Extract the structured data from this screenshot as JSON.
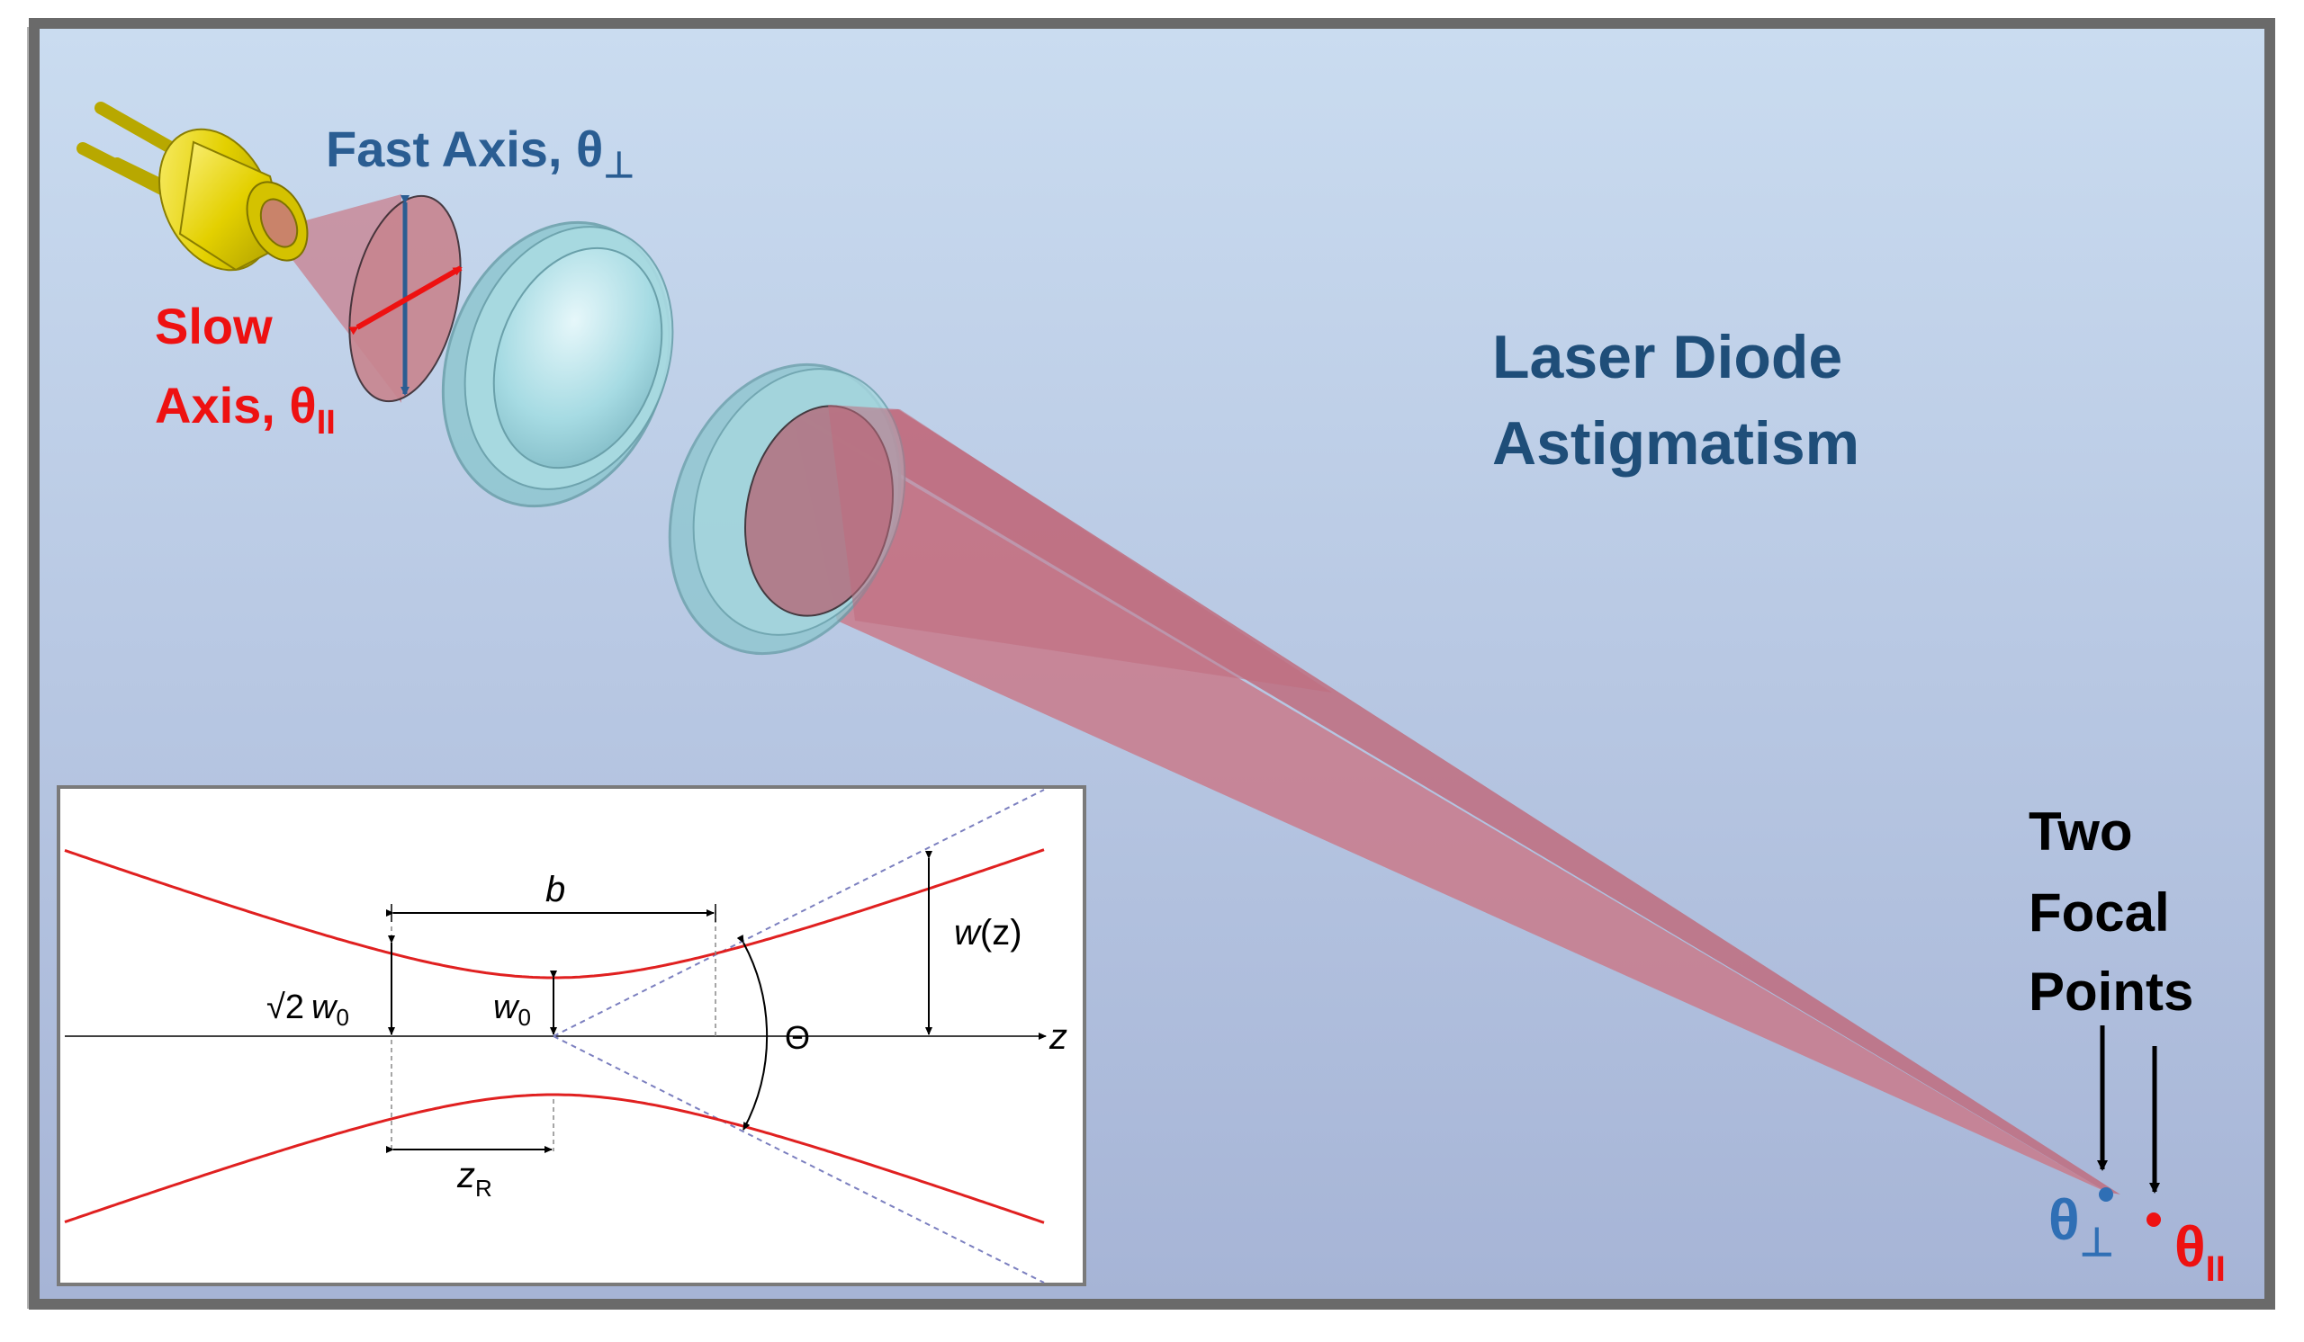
{
  "title_line1": "Laser Diode",
  "title_line2": "Astigmatism",
  "fast_axis_label": "Fast Axis, θ",
  "fast_axis_sub": "⊥",
  "slow_axis_line1": "Slow",
  "slow_axis_line2": "Axis, θ",
  "slow_axis_sub": "II",
  "focal_line1": "Two",
  "focal_line2": "Focal",
  "focal_line3": "Points",
  "theta_symbol": "θ",
  "theta_perp_sub": "⊥",
  "theta_par_sub": "II",
  "inset": {
    "b": "b",
    "wz_w": "w",
    "wz_rest": "(z)",
    "sqrt2": "√2",
    "w0": "w",
    "w0_sub": "0",
    "Theta": "Θ",
    "z": "z",
    "zR": "z",
    "zR_sub": "R"
  },
  "colors": {
    "blue_text": "#2a5d92",
    "dark_blue_text": "#1f4e79",
    "red_text": "#ee1111",
    "beam": "#c0707f",
    "lens": "#9ed3dc",
    "diode": "#e6d600",
    "focal_blue": "#2f6fb5",
    "focal_red": "#ee1111"
  },
  "icons": [
    "laser-diode-icon",
    "lens-icon",
    "beam-icon",
    "arrow-icon"
  ]
}
